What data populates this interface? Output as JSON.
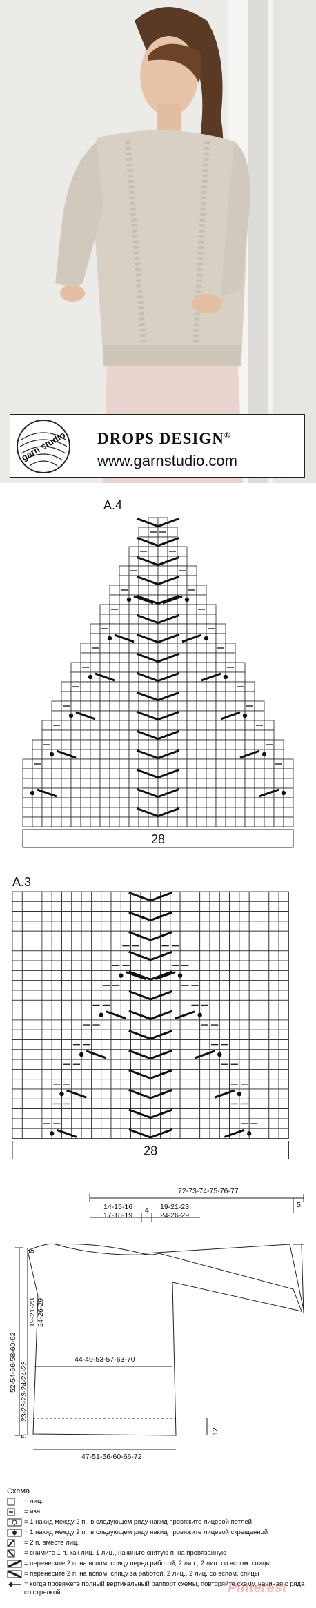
{
  "brand": {
    "logo_text": "garn studio",
    "name": "DROPS DESIGN",
    "reg_mark": "®",
    "website": "www.garnstudio.com"
  },
  "charts": {
    "a4": {
      "title": "A.4",
      "stitch_count": "28"
    },
    "a3": {
      "title": "A.3",
      "stitch_count": "28"
    }
  },
  "schematic": {
    "top_width": "72-73-74-75-76-77",
    "right_cuff": "5",
    "neck_left_a": "14-15-16",
    "neck_left_b": "17-18-19",
    "neck_center": "4",
    "neck_right_a": "19-21-23",
    "neck_right_b": "24-26-29",
    "top_edge": "5",
    "armhole_a": "19-21-23",
    "armhole_b": "24-26-29",
    "body_length": "52-54-56-58-60-62",
    "side_length": "23-23-23-24-24-23",
    "bottom_edge": "5",
    "chest_width": "44-49-53-57-63-70",
    "rib_height": "12",
    "hem_width": "47-51-56-60-66-72"
  },
  "legend": {
    "title": "Схема",
    "items": [
      {
        "icon": "knit-symbol",
        "text": "= лиц."
      },
      {
        "icon": "purl-symbol",
        "text": "= изн."
      },
      {
        "icon": "yarn-over-twisted-symbol",
        "text": "= 1 накид между 2 п., в следующем ряду накид провяжите лицевой петлей"
      },
      {
        "icon": "yarn-over-crossed-symbol",
        "text": "= 1 накид между 2 п., в следующем ряду накид провяжите лицевой скрещенной"
      },
      {
        "icon": "k2tog-symbol",
        "text": "= 2 п. вместе лиц."
      },
      {
        "icon": "psso-symbol",
        "text": "= снимите 1 п. как лиц.,1 лиц., накиньте снятую п. на провязанную"
      },
      {
        "icon": "cable-front-symbol",
        "text": "= перенесите 2 п. на вспом. спицу перед работой, 2 лиц., 2 лиц. со вспом. спицы"
      },
      {
        "icon": "cable-back-symbol",
        "text": "= перенесите 2 п. на вспом. спицу за работой, 2 лиц., 2 лиц. со вспом. спицы"
      },
      {
        "icon": "arrow-left-icon",
        "text": "= когда провяжете полный вертикальный раппорт схемы, повторяйте схему, начиная с ряда со стрелкой"
      }
    ]
  },
  "watermark": "Pinterest",
  "colors": {
    "background": "#ffffff",
    "grid": "#222222",
    "photo_wall": "#e9e6e1",
    "sweater": "#d7cfc4",
    "skirt": "#e8d3cf",
    "watermark": "#dc3c3c"
  }
}
